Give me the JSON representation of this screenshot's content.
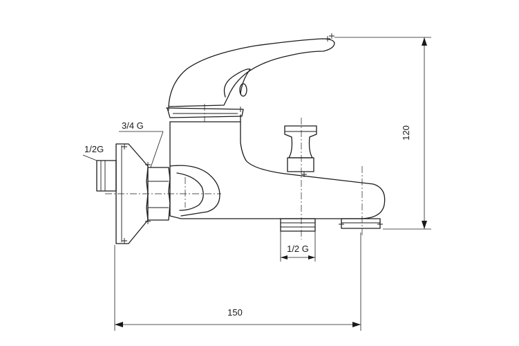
{
  "labels": {
    "inlet_thread": "1/2G",
    "nut_thread": "3/4 G",
    "outlet_thread": "1/2 G",
    "height": "120",
    "width": "150"
  }
}
